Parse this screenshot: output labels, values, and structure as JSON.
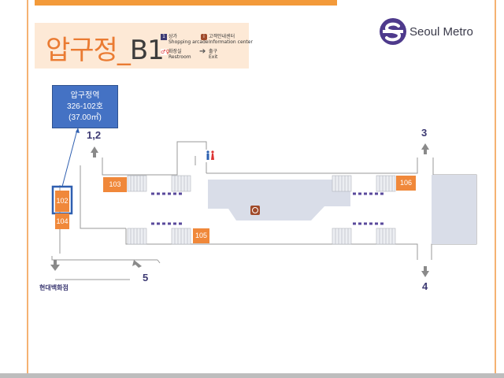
{
  "title": {
    "station": "압구정",
    "separator": "_",
    "floor": "B1"
  },
  "legend": [
    {
      "icon": "shopping-arcade-icon",
      "badge": "1",
      "kr": "상가",
      "en": "Shopping arcade"
    },
    {
      "icon": "info-center-icon",
      "kr": "고객안내센터",
      "en": "Information center"
    },
    {
      "icon": "restroom-icon",
      "kr": "화장실",
      "en": "Restroom"
    },
    {
      "icon": "exit-arrow-icon",
      "kr": "출구",
      "en": "Exit"
    }
  ],
  "logo": {
    "text": "Seoul Metro"
  },
  "callout": {
    "line1": "압구정역",
    "line2": "326-102호",
    "line3": "(37.00㎡)"
  },
  "shops": [
    "102",
    "104",
    "103",
    "105",
    "106"
  ],
  "exits": {
    "e12": "1,2",
    "e3": "3",
    "e4": "4",
    "e5": "5"
  },
  "department_store": "현대백화점",
  "colors": {
    "accent_orange": "#f0883a",
    "title_orange": "#ea7b32",
    "brand_purple": "#4e3a8c",
    "highlight_blue": "#4472c4",
    "concourse_blue": "#d9dde8",
    "exit_navy": "#3d3a73"
  }
}
